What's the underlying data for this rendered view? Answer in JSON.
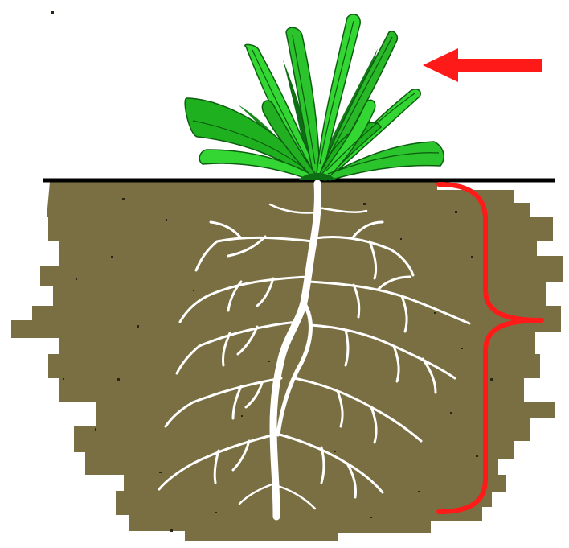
{
  "diagram": {
    "components": [
      "plant-shoot",
      "ground-line",
      "soil",
      "root-system",
      "arrow",
      "brace"
    ],
    "colors": {
      "background": "#ffffff",
      "soil": "#7a6f42",
      "ground_line": "#000000",
      "root": "#ffffff",
      "leaf_light": "#33d633",
      "leaf_mid": "#1fb01f",
      "leaf_dark": "#0d6e14",
      "annotation": "#ff1a1a"
    },
    "icons": {
      "arrow": "left-arrow-icon",
      "brace": "right-curly-brace-icon"
    }
  }
}
